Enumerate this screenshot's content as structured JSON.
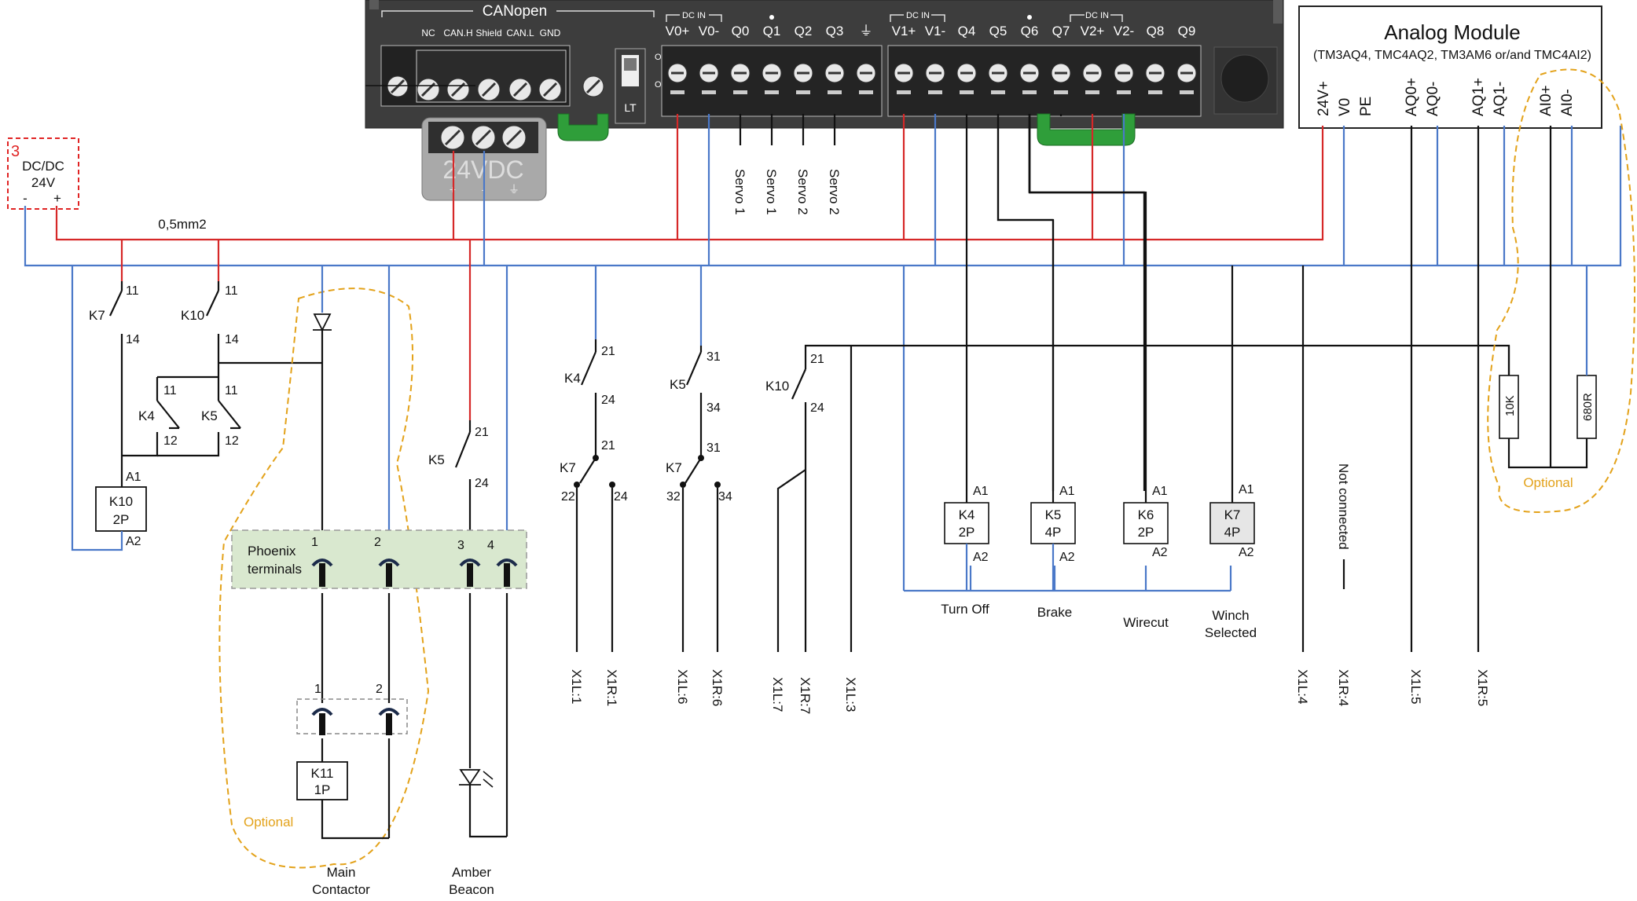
{
  "plc": {
    "canopen_title": "CANopen",
    "can_pins": [
      "NC",
      "CAN.H",
      "Shield",
      "CAN.L",
      "GND"
    ],
    "dc_in_label": "DC IN",
    "io_left": [
      "V0+",
      "V0-",
      "Q0",
      "Q1",
      "Q2",
      "Q3",
      "⏚"
    ],
    "io_right": [
      "V1+",
      "V1-",
      "Q4",
      "Q5",
      "Q6",
      "Q7",
      "V2+",
      "V2-",
      "Q8",
      "Q9"
    ],
    "switch_on": "ON",
    "switch_off": "OFF",
    "lt": "LT",
    "psu_label": "24VDC",
    "psu_pins": [
      "+",
      "-",
      "⏚"
    ]
  },
  "analog_module": {
    "title": "Analog Module",
    "subtitle": "(TM3AQ4, TMC4AQ2, TM3AM6 or/and TMC4AI2)",
    "pins": [
      "24V+",
      "V0",
      "PE",
      "AQ0+",
      "AQ0-",
      "AQ1+",
      "AQ1-",
      "AI0+",
      "AI0-"
    ]
  },
  "dcdc": {
    "number": "3",
    "label1": "DC/DC",
    "label2": "24V",
    "minus": "-",
    "plus": "+"
  },
  "wire_spec": "0,5mm2",
  "servo_labels": [
    "Servo 1",
    "Servo 1",
    "Servo 2",
    "Servo 2"
  ],
  "relays": {
    "k10": {
      "name": "K10",
      "poles": "2P",
      "a1": "A1",
      "a2": "A2"
    },
    "k11": {
      "name": "K11",
      "poles": "1P"
    },
    "k4": {
      "name": "K4",
      "poles": "2P",
      "a1": "A1",
      "a2": "A2",
      "caption": "Turn Off"
    },
    "k5": {
      "name": "K5",
      "poles": "4P",
      "a1": "A1",
      "a2": "A2",
      "caption": "Brake"
    },
    "k6": {
      "name": "K6",
      "poles": "2P",
      "a1": "A1",
      "a2": "A2",
      "caption": "Wirecut"
    },
    "k7": {
      "name": "K7",
      "poles": "4P",
      "a1": "A1",
      "a2": "A2",
      "caption1": "Winch",
      "caption2": "Selected"
    }
  },
  "contacts": {
    "k7_top": {
      "name": "K7",
      "p1": "11",
      "p2": "14"
    },
    "k10_top": {
      "name": "K10",
      "p1": "11",
      "p2": "14"
    },
    "k4_nc": {
      "name": "K4",
      "p1": "11",
      "p2": "12"
    },
    "k5_nc": {
      "name": "K5",
      "p1": "11",
      "p2": "12"
    },
    "k5_21": {
      "name": "K5",
      "p1": "21",
      "p2": "24"
    },
    "k4_21": {
      "name": "K4",
      "p1": "21",
      "p2": "24"
    },
    "k5_31": {
      "name": "K5",
      "p1": "31",
      "p2": "34"
    },
    "k10_21": {
      "name": "K10",
      "p1": "21",
      "p2": "24"
    },
    "k7_21": {
      "name": "K7",
      "p1": "21",
      "p2": "22",
      "p3": "24"
    },
    "k7_31": {
      "name": "K7",
      "p1": "31",
      "p2": "32",
      "p3": "34"
    }
  },
  "phoenix": {
    "label1": "Phoenix",
    "label2": "terminals",
    "pins": [
      "1",
      "2",
      "3",
      "4"
    ]
  },
  "lower_terminal_pins": [
    "1",
    "2"
  ],
  "optional_label": "Optional",
  "main_contactor": {
    "line1": "Main",
    "line2": "Contactor"
  },
  "amber_beacon": {
    "line1": "Amber",
    "line2": "Beacon"
  },
  "terminals": [
    "X1L:1",
    "X1R:1",
    "X1L:6",
    "X1R:6",
    "X1L:7",
    "X1R:7",
    "X1L:3",
    "X1L:4",
    "X1R:4",
    "X1L:5",
    "X1R:5"
  ],
  "not_connected": "Not connected",
  "resistors": [
    "10K",
    "680R"
  ]
}
